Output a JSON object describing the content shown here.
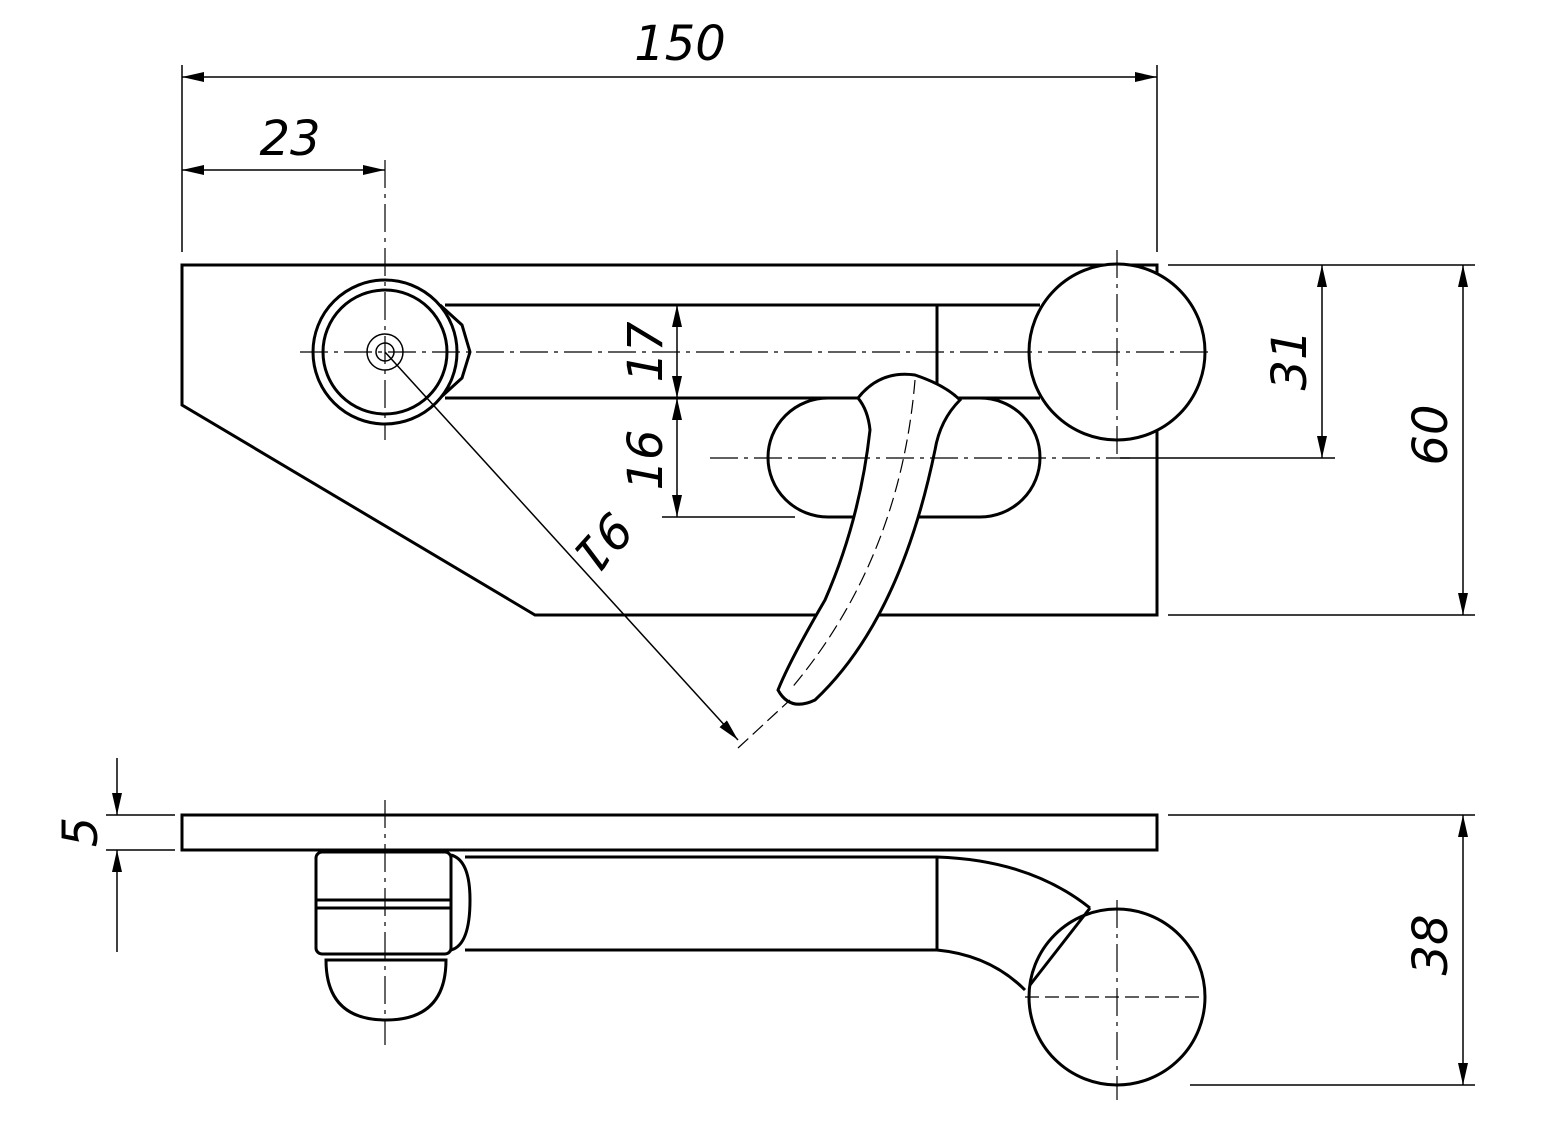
{
  "drawing": {
    "title": "Lever latch technical drawing",
    "dimensions": {
      "overall_length": "150",
      "pivot_offset": "23",
      "slot_upper": "17",
      "slot_lower": "16",
      "lever_radius": "91",
      "knob_offset": "31",
      "overall_width": "60",
      "plate_thickness": "5",
      "overall_height": "38"
    }
  }
}
